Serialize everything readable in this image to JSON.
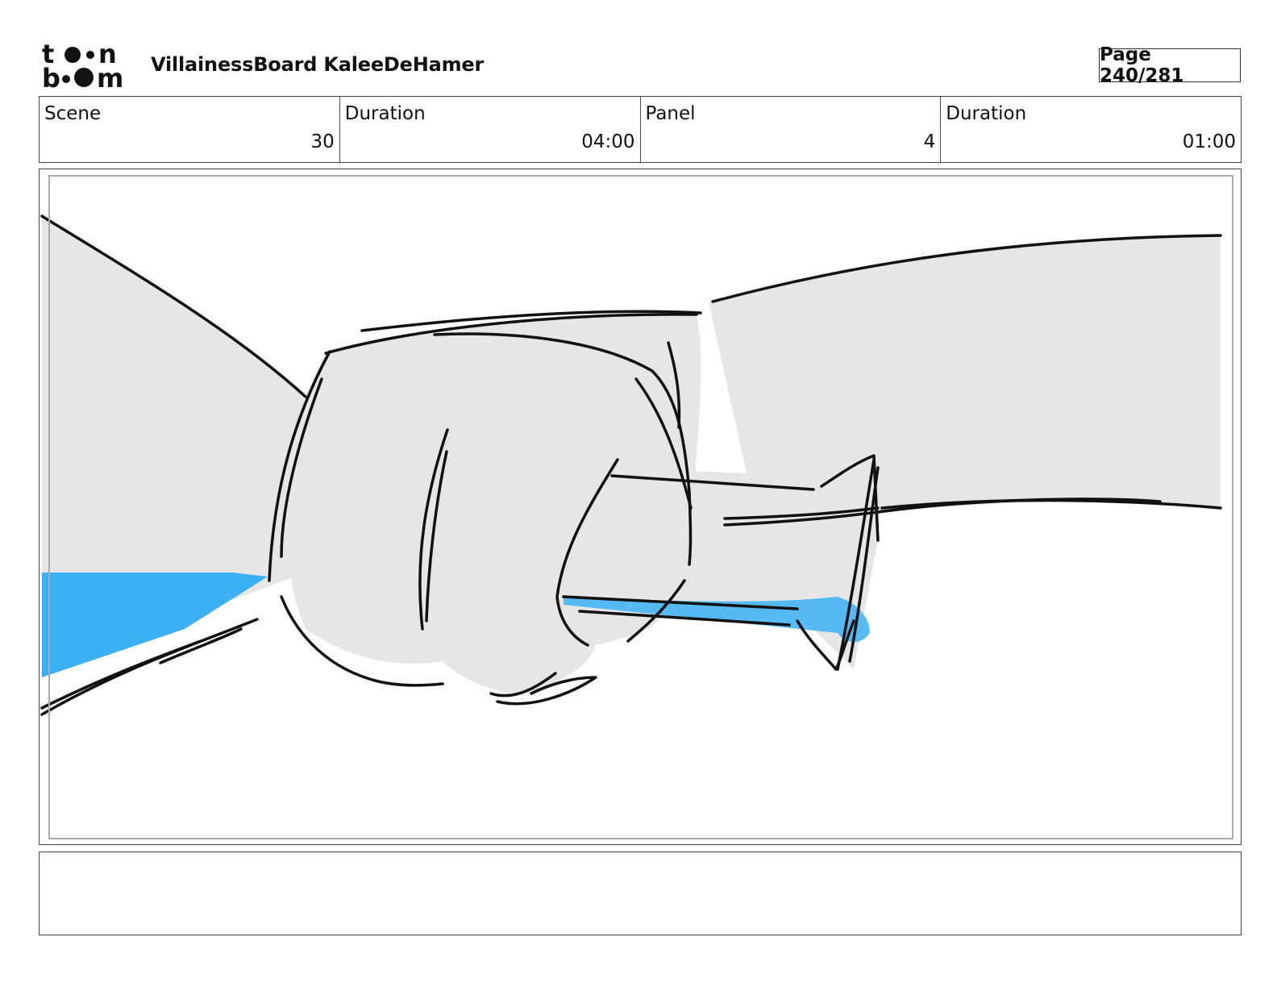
{
  "header": {
    "logo_top": "t●●n",
    "logo_bottom": "b●●m",
    "title": "VillainessBoard KaleeDeHamer",
    "page_label": "Page 240/281"
  },
  "info": {
    "scene_label": "Scene",
    "scene_value": "30",
    "scene_duration_label": "Duration",
    "scene_duration_value": "04:00",
    "panel_label": "Panel",
    "panel_value": "4",
    "panel_duration_label": "Duration",
    "panel_duration_value": "01:00"
  },
  "panel": {
    "image_icon": "storyboard-sketch-icon",
    "colors": {
      "skin": "#e6e6e6",
      "ink": "#111111",
      "accent": "#3bb0f5"
    }
  },
  "notes": {
    "text": ""
  }
}
